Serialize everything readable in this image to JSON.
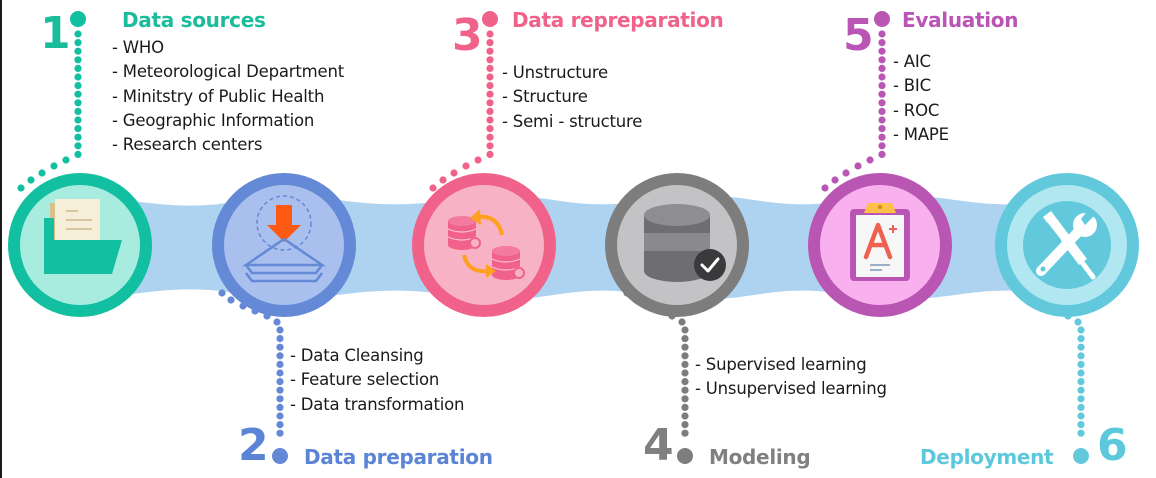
{
  "diagram": {
    "type": "process-flow",
    "steps": [
      {
        "number": "1",
        "title": "Data sources",
        "color": "#1abc9c",
        "ring_color": "#12bfa0",
        "fill_color": "#a8ece0",
        "icon": "folder-documents-icon",
        "items": [
          "- WHO",
          "- Meteorological Department",
          "- Minitstry of Public Health",
          "- Geographic Information",
          "- Research centers"
        ]
      },
      {
        "number": "2",
        "title": "Data preparation",
        "color": "#5b84d6",
        "ring_color": "#6489d6",
        "fill_color": "#a9c0ee",
        "icon": "download-layers-icon",
        "items": [
          "- Data Cleansing",
          "- Feature selection",
          "- Data transformation"
        ]
      },
      {
        "number": "3",
        "title": "Data repreparation",
        "color": "#f0628a",
        "ring_color": "#f0628a",
        "fill_color": "#f7b2c6",
        "icon": "database-sync-icon",
        "items": [
          "- Unstructure",
          "- Structure",
          "- Semi - structure"
        ]
      },
      {
        "number": "4",
        "title": "Modeling",
        "color": "#808080",
        "ring_color": "#7d7d7d",
        "fill_color": "#c3c3c5",
        "icon": "database-check-icon",
        "items": [
          "- Supervised learning",
          "- Unsupervised learning"
        ]
      },
      {
        "number": "5",
        "title": "Evaluation",
        "color": "#bb55b5",
        "ring_color": "#b956b3",
        "fill_color": "#f8b1ee",
        "icon": "grade-clipboard-icon",
        "items": [
          "- AIC",
          "- BIC",
          "- ROC",
          "- MAPE"
        ]
      },
      {
        "number": "6",
        "title": "Deployment",
        "color": "#5bc8dc",
        "ring_color": "#62c9dd",
        "fill_color": "#b1e7f0",
        "icon": "tools-icon",
        "items": []
      }
    ],
    "ribbon_color": "#aed3f0"
  }
}
